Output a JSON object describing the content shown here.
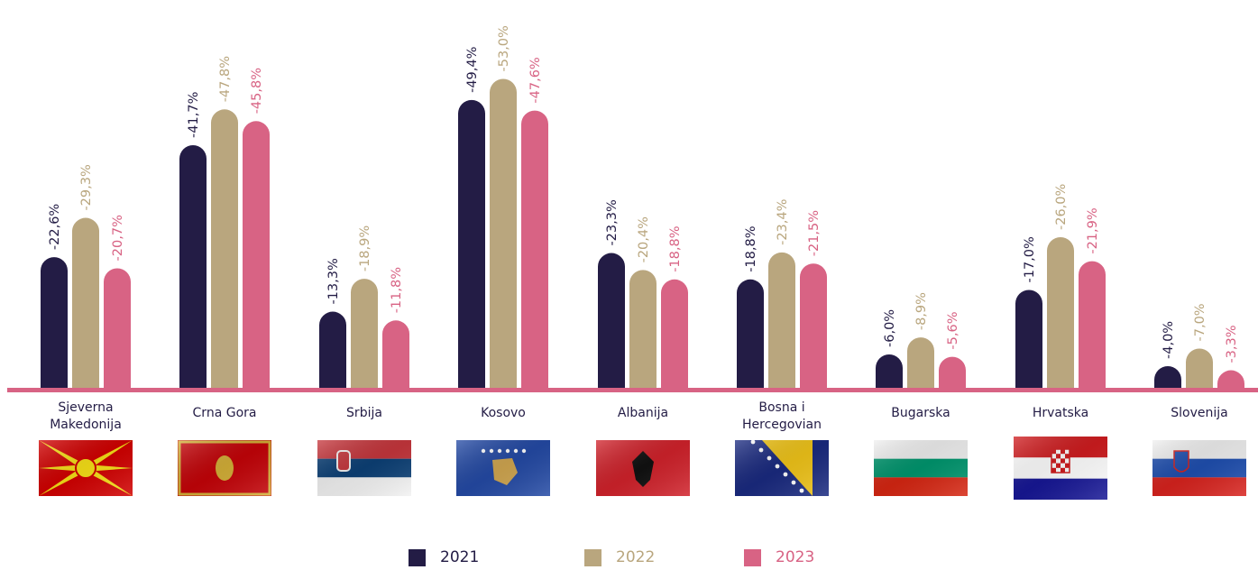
{
  "colors": {
    "2021": "#231c45",
    "2022": "#b9a67e",
    "2023": "#d86384",
    "baseline": "#d86384"
  },
  "chart_data": {
    "type": "bar",
    "categories": [
      "Sjeverna Makedonija",
      "Crna Gora",
      "Srbija",
      "Kosovo",
      "Albanija",
      "Bosna i Hercegovian",
      "Bugarska",
      "Hrvatska",
      "Slovenija"
    ],
    "category_lines": [
      [
        "Sjeverna",
        "Makedonija"
      ],
      [
        "Crna Gora"
      ],
      [
        "Srbija"
      ],
      [
        "Kosovo"
      ],
      [
        "Albanija"
      ],
      [
        "Bosna i",
        "Hercegovian"
      ],
      [
        "Bugarska"
      ],
      [
        "Hrvatska"
      ],
      [
        "Slovenija"
      ]
    ],
    "series": [
      {
        "name": "2021",
        "values": [
          -22.6,
          -41.7,
          -13.3,
          -49.4,
          -23.3,
          -18.8,
          -6.0,
          -17.0,
          -4.0
        ],
        "labels": [
          "-22,6%",
          "-41,7%",
          "-13,3%",
          "-49,4%",
          "-23,3%",
          "-18,8%",
          "-6,0%",
          "-17,0%",
          "-4,0%"
        ]
      },
      {
        "name": "2022",
        "values": [
          -29.3,
          -47.8,
          -18.9,
          -53.0,
          -20.4,
          -23.4,
          -8.9,
          -26.0,
          -7.0
        ],
        "labels": [
          "-29,3%",
          "-47,8%",
          "-18,9%",
          "-53,0%",
          "-20,4%",
          "-23,4%",
          "-8,9%",
          "-26,0%",
          "-7,0%"
        ]
      },
      {
        "name": "2023",
        "values": [
          -20.7,
          -45.8,
          -11.8,
          -47.6,
          -18.8,
          -21.5,
          -5.6,
          -21.9,
          -3.3
        ],
        "labels": [
          "-20,7%",
          "-45,8%",
          "-11,8%",
          "-47,6%",
          "-18,8%",
          "-21,5%",
          "-5,6%",
          "-21,9%",
          "-3,3%"
        ]
      }
    ],
    "flags": [
      "north-macedonia-flag",
      "montenegro-flag",
      "serbia-flag",
      "kosovo-flag",
      "albania-flag",
      "bosnia-herzegovina-flag",
      "bulgaria-flag",
      "croatia-flag",
      "slovenia-flag"
    ],
    "legend_position": "bottom-center",
    "grid": false
  }
}
